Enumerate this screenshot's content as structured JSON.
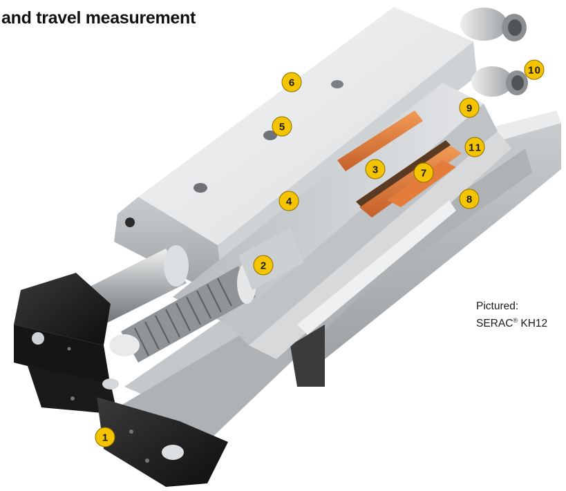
{
  "heading": "and travel measurement",
  "caption": {
    "line1": "Pictured:",
    "product_name": "SERAC",
    "registered_mark": "®",
    "model": "KH12"
  },
  "callouts": [
    {
      "label": "1"
    },
    {
      "label": "2"
    },
    {
      "label": "3"
    },
    {
      "label": "4"
    },
    {
      "label": "5"
    },
    {
      "label": "6"
    },
    {
      "label": "7"
    },
    {
      "label": "8"
    },
    {
      "label": "9"
    },
    {
      "label": "10"
    },
    {
      "label": "11"
    }
  ],
  "colors": {
    "callout_fill": "#f5c400",
    "callout_stroke": "#8a6d00",
    "housing": "#d9dbdd",
    "jaws": "#222222",
    "magnet_strip": "#e07a36"
  }
}
